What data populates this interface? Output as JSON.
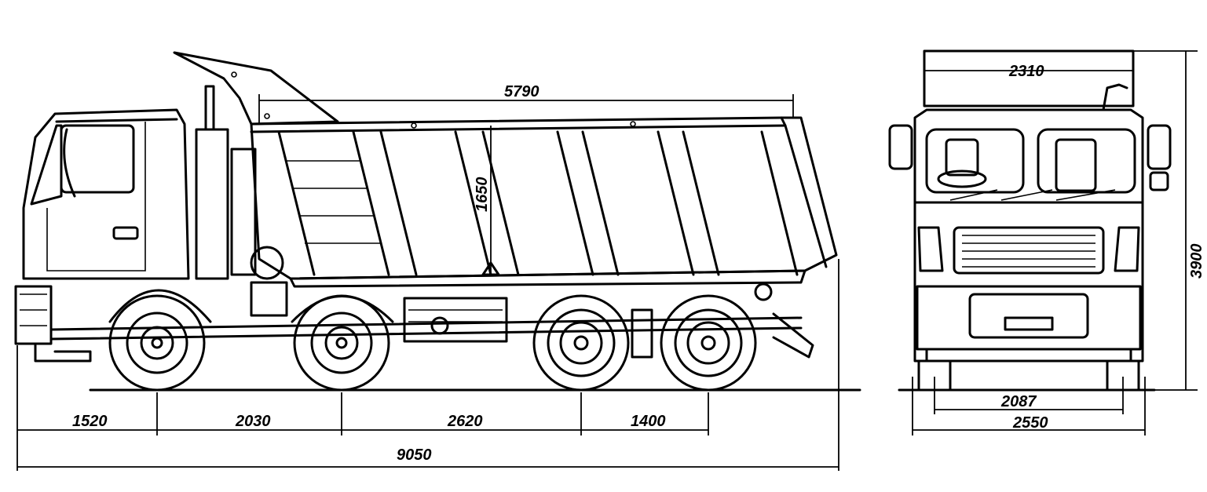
{
  "dimensions": {
    "body_length": "5790",
    "body_height": "1650",
    "front_overhang": "1520",
    "wheelbase_1_2": "2030",
    "wheelbase_2_3": "2620",
    "wheelbase_3_4": "1400",
    "overall_length": "9050",
    "body_width": "2310",
    "overall_height": "3900",
    "track_width": "2087",
    "overall_width": "2550"
  }
}
